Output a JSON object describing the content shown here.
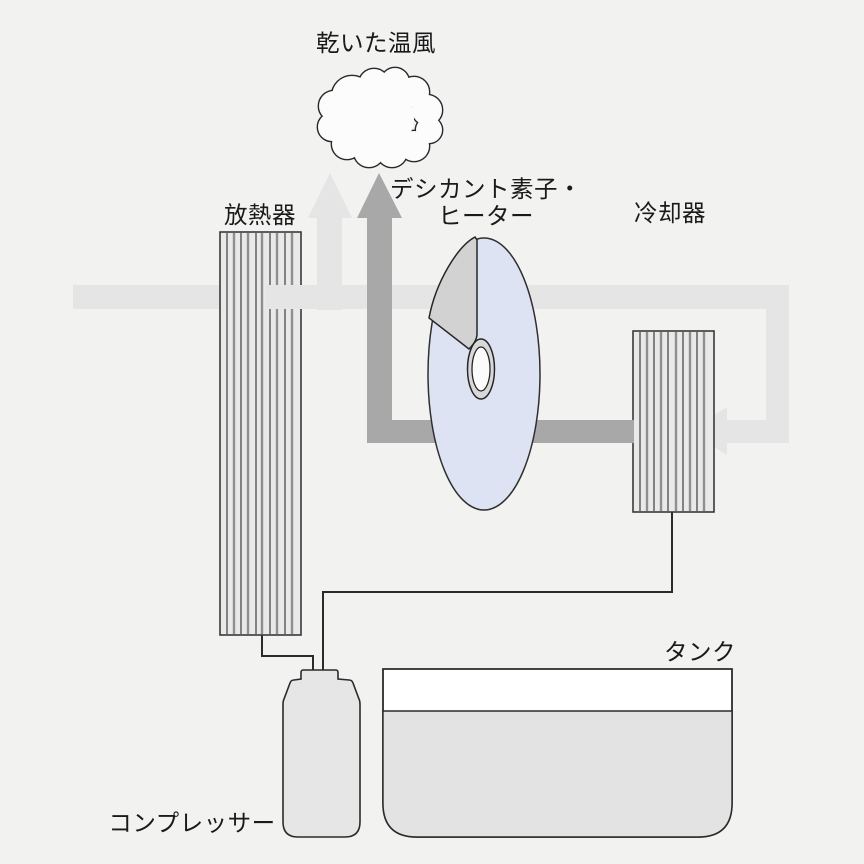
{
  "labels": {
    "dry_warm_air": "乾いた温風",
    "radiator": "放熱器",
    "desiccant_heater_line1": "デシカント素子・",
    "desiccant_heater_line2": "ヒーター",
    "cooler": "冷却器",
    "tank": "タンク",
    "compressor": "コンプレッサー"
  },
  "colors": {
    "background": "#f2f2f1",
    "light_flow": "#e5e5e5",
    "dark_flow": "#a8a8a8",
    "exchanger_fill": "#e9e9e9",
    "wheel_fill": "#dde3f2",
    "sector_fill": "#d2d2d2",
    "hole_ring_fill": "#d8d8d8",
    "hole_center_fill": "#fbfbfb",
    "water_fill": "#e3e3e3",
    "tank_body_fill": "#ffffff",
    "compressor_fill": "#e6e6e6",
    "cloud_fill": "#fcfcfc",
    "outline": "#2b2b2b"
  }
}
